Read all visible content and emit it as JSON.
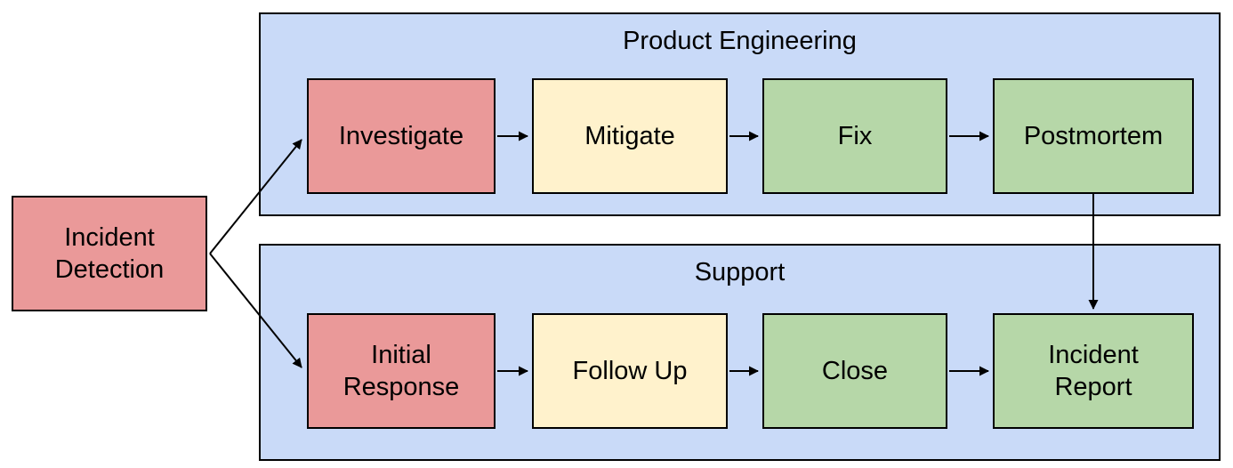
{
  "diagram": {
    "start_node": {
      "label": "Incident Detection",
      "fill": "red"
    },
    "lanes": [
      {
        "title": "Product Engineering",
        "steps": [
          {
            "label": "Investigate",
            "fill": "red"
          },
          {
            "label": "Mitigate",
            "fill": "yellow"
          },
          {
            "label": "Fix",
            "fill": "green"
          },
          {
            "label": "Postmortem",
            "fill": "green"
          }
        ]
      },
      {
        "title": "Support",
        "steps": [
          {
            "label": "Initial Response",
            "fill": "red"
          },
          {
            "label": "Follow Up",
            "fill": "yellow"
          },
          {
            "label": "Close",
            "fill": "green"
          },
          {
            "label": "Incident Report",
            "fill": "green"
          }
        ]
      }
    ],
    "edges": [
      {
        "from": "Incident Detection",
        "to": "Investigate"
      },
      {
        "from": "Incident Detection",
        "to": "Initial Response"
      },
      {
        "from": "Investigate",
        "to": "Mitigate"
      },
      {
        "from": "Mitigate",
        "to": "Fix"
      },
      {
        "from": "Fix",
        "to": "Postmortem"
      },
      {
        "from": "Postmortem",
        "to": "Incident Report"
      },
      {
        "from": "Initial Response",
        "to": "Follow Up"
      },
      {
        "from": "Follow Up",
        "to": "Close"
      },
      {
        "from": "Close",
        "to": "Incident Report"
      }
    ],
    "colors": {
      "background": "#ffffff",
      "lane_fill": "#c9daf8",
      "red": "#ea9999",
      "yellow": "#fff2cc",
      "green": "#b6d7a8",
      "border": "#000000",
      "arrow": "#000000",
      "text": "#000000"
    }
  }
}
